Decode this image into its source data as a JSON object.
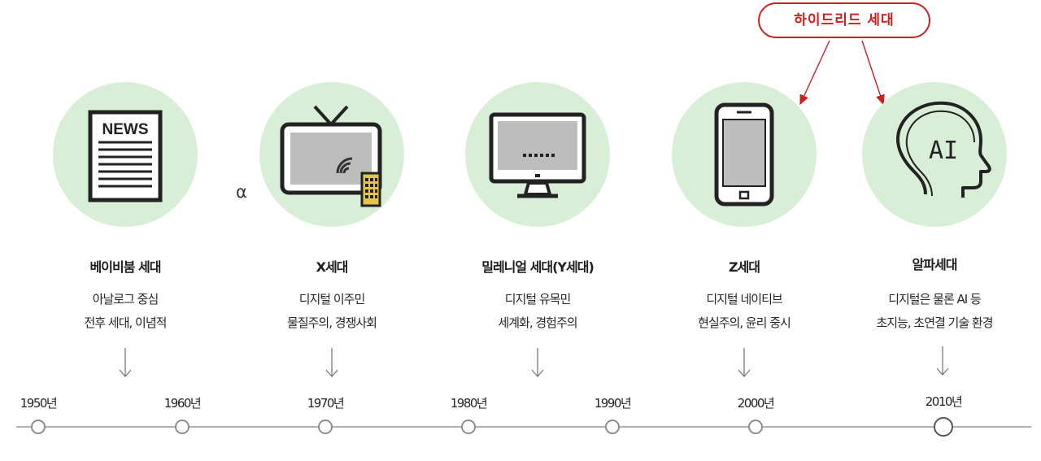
{
  "hybrid_label": "하이드리드 세대",
  "alpha_symbol": "α",
  "generations": [
    {
      "title": "베이비붐 세대",
      "desc": [
        "아날로그 중심",
        "전후 세대, 이념적"
      ],
      "icon": "newspaper-icon",
      "icon_text": "NEWS"
    },
    {
      "title": "X세대",
      "desc": [
        "디지털 이주민",
        "물질주의, 경쟁사회"
      ],
      "icon": "tv-icon"
    },
    {
      "title": "밀레니얼 세대(Y세대)",
      "desc": [
        "디지털 유목민",
        "세계화, 경험주의"
      ],
      "icon": "monitor-icon"
    },
    {
      "title": "Z세대",
      "desc": [
        "디지털 네이티브",
        "현실주의, 윤리 중시"
      ],
      "icon": "smartphone-icon"
    },
    {
      "title": "알파세대",
      "desc": [
        "디지털은 물론 AI 등",
        "초지능, 초연결 기술 환경"
      ],
      "icon": "ai-head-icon",
      "icon_text": "AI"
    }
  ],
  "years": [
    "1950년",
    "1960년",
    "1970년",
    "1980년",
    "1990년",
    "2000년",
    "2010년"
  ],
  "colors": {
    "circle_fill": "#d9eed6",
    "accent_red": "#d01e1e",
    "timeline": "#b0b0b0"
  }
}
